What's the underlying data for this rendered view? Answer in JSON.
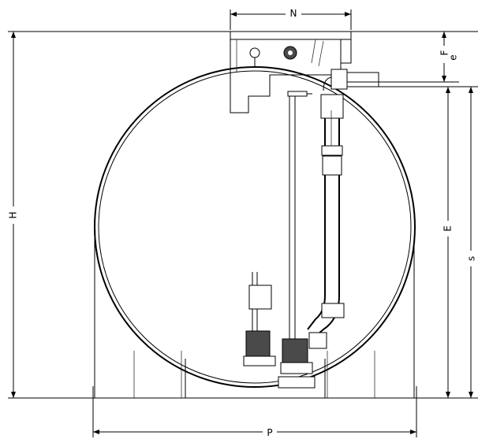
{
  "drawing": {
    "dimensions": {
      "n": "N",
      "f": "F",
      "e_small": "e",
      "h": "H",
      "e": "E",
      "s": "s",
      "p": "P"
    },
    "colors": {
      "line": "#000000",
      "background": "#ffffff",
      "pump_fill": "#4a4a4a"
    }
  }
}
